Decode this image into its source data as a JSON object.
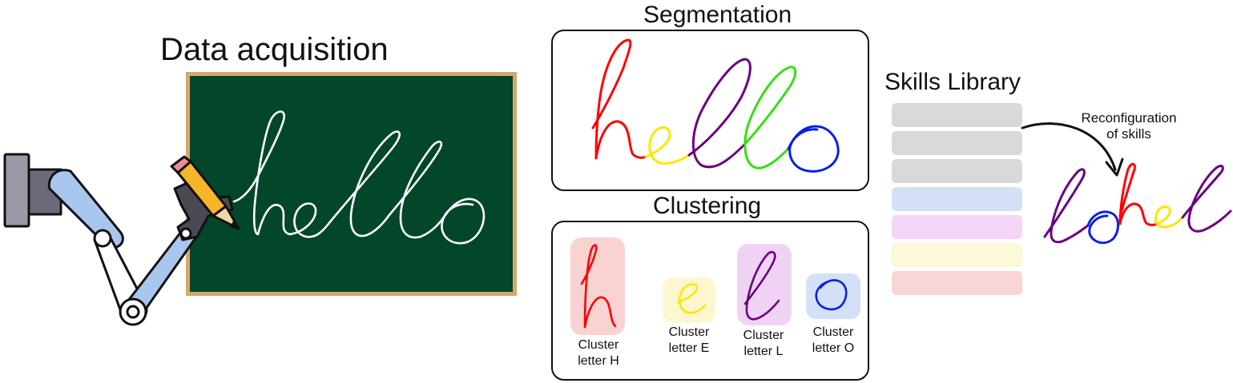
{
  "titles": {
    "data_acquisition": "Data acquisition",
    "segmentation": "Segmentation",
    "clustering": "Clustering",
    "skills_library": "Skills Library"
  },
  "reconfiguration_label": "Reconfiguration\nof skills",
  "clusters": [
    {
      "label": "Cluster\nletter H",
      "color": "#ff0000",
      "bg": "#f9d2d2"
    },
    {
      "label": "Cluster\nletter E",
      "color": "#ffe600",
      "bg": "#fcf7cf"
    },
    {
      "label": "Cluster\nletter L",
      "color": "#6a0080",
      "bg": "#f0d3f4"
    },
    {
      "label": "Cluster\nletter O",
      "color": "#0a1fe6",
      "bg": "#d3e0f6"
    }
  ],
  "skills_library_colors": [
    "#d9d9d9",
    "#d9d9d9",
    "#d9d9d9",
    "#d3e0f6",
    "#f3d6f7",
    "#fcf8d8",
    "#fad5d5"
  ],
  "letter_colors": {
    "h": "#ff0000",
    "e": "#ffe600",
    "l1": "#6a0080",
    "l2": "#33e011",
    "o": "#0a1fe6",
    "board_ink": "#ffffff",
    "board": "#03472a",
    "frame": "#d8a66a"
  }
}
